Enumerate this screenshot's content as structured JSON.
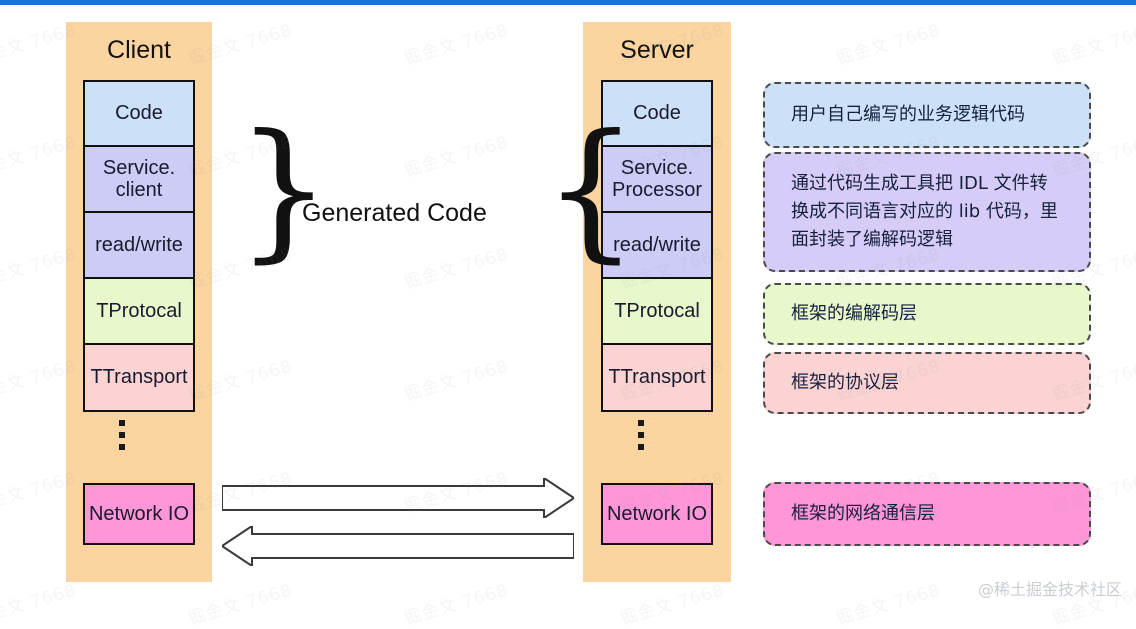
{
  "meta": {
    "attribution": "@稀土掘金技术社区",
    "watermark_text": "掘金文 7668"
  },
  "diagram": {
    "center_label": "Generated Code",
    "brace_left": "}",
    "brace_right": "{",
    "columns": [
      {
        "id": "client",
        "title": "Client",
        "layers": [
          {
            "label": "Code",
            "color": "#cce0f7"
          },
          {
            "label": "Service.\nclient",
            "color": "#ccccf7"
          },
          {
            "label": "read/write",
            "color": "#ccccf7"
          },
          {
            "label": "TProtocal",
            "color": "#e6f8cc"
          },
          {
            "label": "TTransport",
            "color": "#fbd3d3"
          }
        ],
        "network_label": "Network IO",
        "network_color": "#ff96d7"
      },
      {
        "id": "server",
        "title": "Server",
        "layers": [
          {
            "label": "Code",
            "color": "#cce0f7"
          },
          {
            "label": "Service.\nProcessor",
            "color": "#ccccf7"
          },
          {
            "label": "read/write",
            "color": "#ccccf7"
          },
          {
            "label": "TProtocal",
            "color": "#e6f8cc"
          },
          {
            "label": "TTransport",
            "color": "#fbd3d3"
          }
        ],
        "network_label": "Network IO",
        "network_color": "#ff96d7"
      }
    ],
    "arrows": [
      {
        "id": "client-to-server",
        "direction": "right"
      },
      {
        "id": "server-to-client",
        "direction": "left"
      }
    ],
    "notes": [
      {
        "id": "note-code",
        "text": "用户自己编写的业务逻辑代码",
        "color": "#cce0f7"
      },
      {
        "id": "note-generated",
        "text": "通过代码生成工具把 IDL 文件转换成不同语言对应的 lib 代码，里面封装了编解码逻辑",
        "color": "#d6ccf7"
      },
      {
        "id": "note-protocol-codec",
        "text": "框架的编解码层",
        "color": "#e6f8cc"
      },
      {
        "id": "note-transport",
        "text": "框架的协议层",
        "color": "#fbd3d3"
      },
      {
        "id": "note-network",
        "text": "框架的网络通信层",
        "color": "#ff96d7"
      }
    ]
  }
}
